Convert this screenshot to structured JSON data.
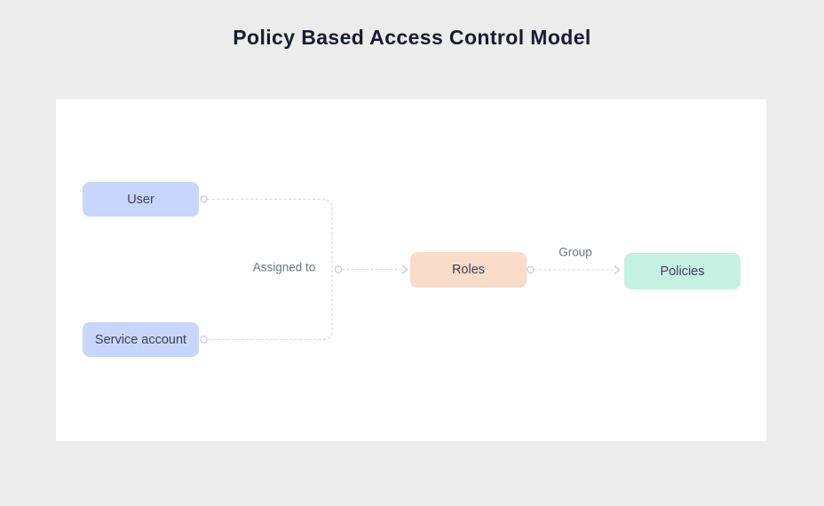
{
  "title": "Policy Based Access Control Model",
  "colors": {
    "page_background": "#ececec",
    "canvas_background": "#ffffff",
    "identity_node_fill": "#c9d6fb",
    "roles_node_fill": "#fadcca",
    "policies_node_fill": "#c5f2e3",
    "node_text": "#3c4257",
    "edge_label_text": "#6e7384",
    "edge_line": "#d9d9e2",
    "title_text": "#171b2d"
  },
  "diagram": {
    "nodes": [
      {
        "id": "user",
        "label": "User",
        "fill": "#c9d6fb"
      },
      {
        "id": "service-account",
        "label": "Service account",
        "fill": "#c9d6fb"
      },
      {
        "id": "roles",
        "label": "Roles",
        "fill": "#fadcca"
      },
      {
        "id": "policies",
        "label": "Policies",
        "fill": "#c5f2e3"
      }
    ],
    "edges": [
      {
        "id": "assigned-to",
        "label": "Assigned to",
        "from": "User, Service account",
        "to": "Roles",
        "style": "dashed-arrow"
      },
      {
        "id": "group",
        "label": "Group",
        "from": "Roles",
        "to": "Policies",
        "style": "dashed-arrow"
      }
    ]
  }
}
